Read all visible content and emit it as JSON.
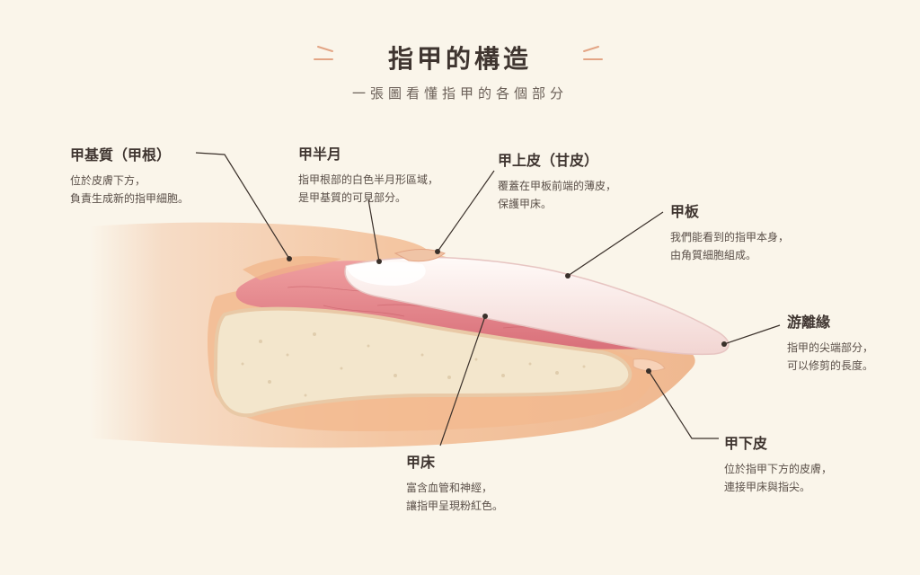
{
  "title": "指甲的構造",
  "subtitle": "一張圖看懂指甲的各個部分",
  "labels": {
    "matrix": {
      "title": "甲基質（甲根）",
      "line1": "位於皮膚下方，",
      "line2": "負責生成新的指甲細胞。"
    },
    "lunula": {
      "title": "甲半月",
      "line1": "指甲根部的白色半月形區域，",
      "line2": "是甲基質的可見部分。"
    },
    "cuticle": {
      "title": "甲上皮（甘皮）",
      "line1": "覆蓋在甲板前端的薄皮，",
      "line2": "保護甲床。"
    },
    "plate": {
      "title": "甲板",
      "line1": "我們能看到的指甲本身，",
      "line2": "由角質細胞組成。"
    },
    "free_edge": {
      "title": "游離緣",
      "line1": "指甲的尖端部分，",
      "line2": "可以修剪的長度。"
    },
    "hyponychium": {
      "title": "甲下皮",
      "line1": "位於指甲下方的皮膚，",
      "line2": "連接甲床與指尖。"
    },
    "nail_bed": {
      "title": "甲床",
      "line1": "富含血管和神經，",
      "line2": "讓指甲呈現粉紅色。"
    }
  },
  "colors": {
    "background": "#faf5ea",
    "skin": "#f4c9a8",
    "nail_bed": "#e88a8c",
    "nail_plate": "#f9e6e4",
    "bone": "#f3e6cc",
    "leader_line": "#3a302a",
    "accent_dash": "#e3a585"
  }
}
